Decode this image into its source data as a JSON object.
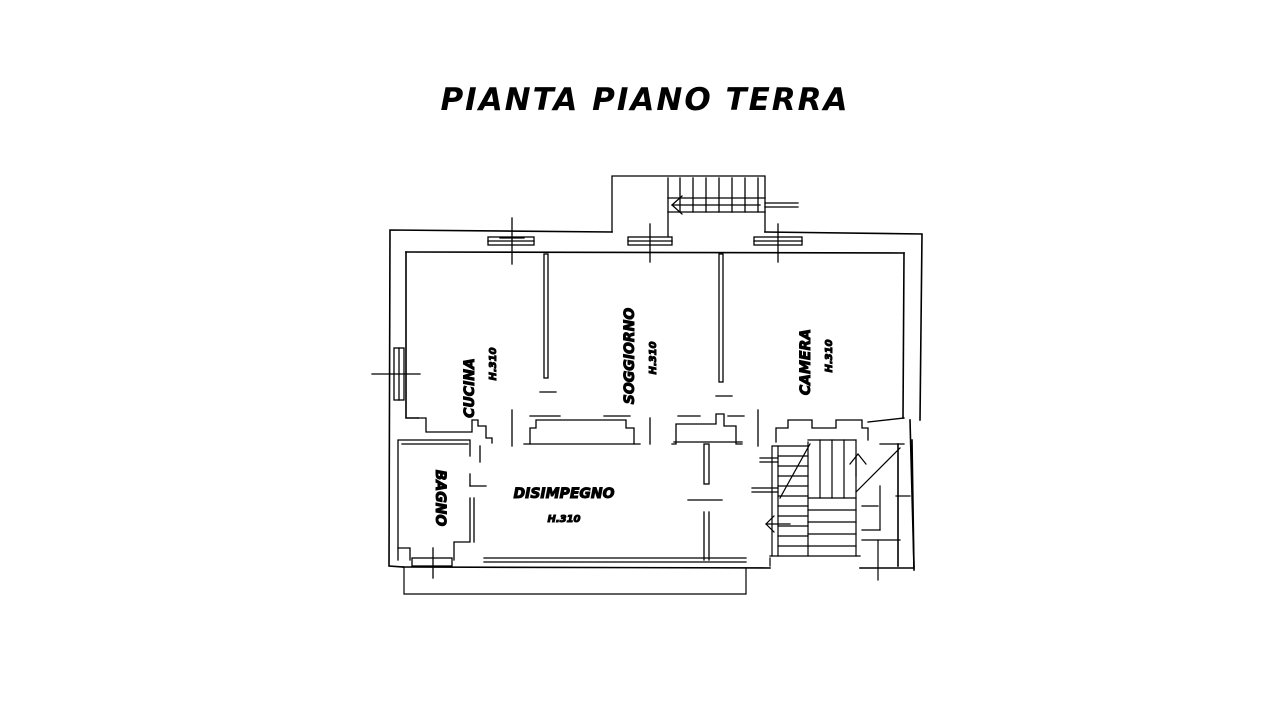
{
  "title": "PIANTA PIANO TERRA",
  "rooms": {
    "cucina": {
      "name": "CUCINA",
      "height": "H.310"
    },
    "soggiorno": {
      "name": "SOGGIORNO",
      "height": "H.310"
    },
    "camera": {
      "name": "CAMERA",
      "height": "H.310"
    },
    "bagno": {
      "name": "BAGNO"
    },
    "disimpegno": {
      "name": "DISIMPEGNO",
      "height": "H.310"
    }
  },
  "colors": {
    "ink": "#000000",
    "paper": "#ffffff"
  }
}
